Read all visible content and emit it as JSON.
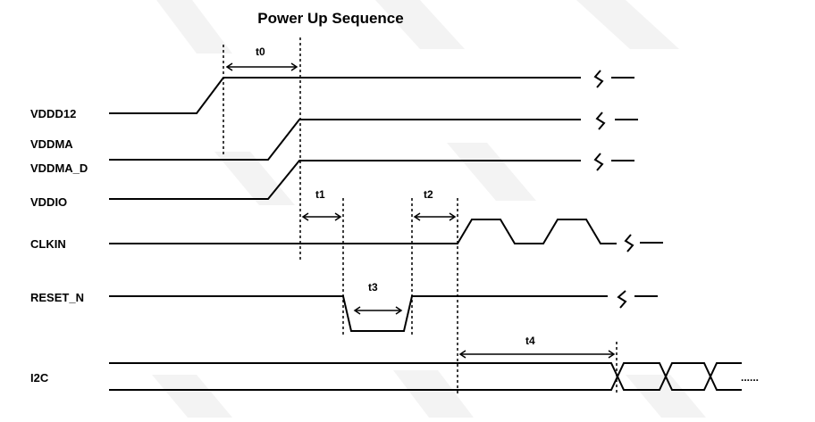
{
  "title": "Power Up Sequence",
  "signals": {
    "vddd12": "VDDD12",
    "vddma": "VDDMA",
    "vddma_d": "VDDMA_D",
    "vddio": "VDDIO",
    "clkin": "CLKIN",
    "reset_n": "RESET_N",
    "i2c": "I2C"
  },
  "timings": {
    "t0": "t0",
    "t1": "t1",
    "t2": "t2",
    "t3": "t3",
    "t4": "t4"
  },
  "continuation": "......",
  "colors": {
    "line": "#000000",
    "watermark": "#f2f2f2"
  }
}
